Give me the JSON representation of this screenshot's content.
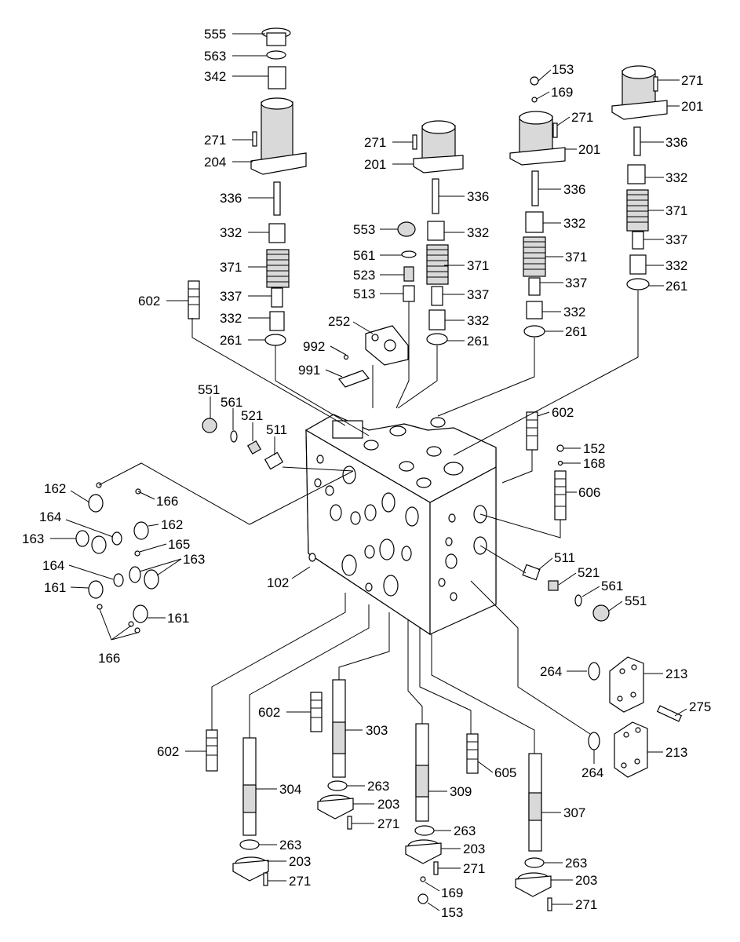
{
  "labels": {
    "p555": "555",
    "p563": "563",
    "p342": "342",
    "p271a": "271",
    "p204": "204",
    "p336a": "336",
    "p332a": "332",
    "p371a": "371",
    "p337a": "337",
    "p332b": "332",
    "p261a": "261",
    "p602a": "602",
    "p271b": "271",
    "p201a": "201",
    "p336b": "336",
    "p553": "553",
    "p332c": "332",
    "p561a": "561",
    "p371b": "371",
    "p523": "523",
    "p513": "513",
    "p337b": "337",
    "p252": "252",
    "p332d": "332",
    "p992": "992",
    "p261b": "261",
    "p991": "991",
    "p153a": "153",
    "p169a": "169",
    "p271c": "271",
    "p201b": "201",
    "p336c": "336",
    "p332e": "332",
    "p371c": "371",
    "p337c": "337",
    "p332f": "332",
    "p261c": "261",
    "p271d": "271",
    "p201c": "201",
    "p336d": "336",
    "p332g": "332",
    "p371d": "371",
    "p337d": "337",
    "p332h": "332",
    "p261d": "261",
    "p551a": "551",
    "p561b": "561",
    "p521a": "521",
    "p511a": "511",
    "p602b": "602",
    "p152": "152",
    "p168": "168",
    "p606": "606",
    "p162a": "162",
    "p166a": "166",
    "p164a": "164",
    "p162b": "162",
    "p163a": "163",
    "p165": "165",
    "p164b": "164",
    "p163b": "163",
    "p161a": "161",
    "p161b": "161",
    "p166b": "166",
    "p102": "102",
    "p511b": "511",
    "p521b": "521",
    "p561c": "561",
    "p551b": "551",
    "p264a": "264",
    "p213a": "213",
    "p275": "275",
    "p213b": "213",
    "p264b": "264",
    "p602c": "602",
    "p303": "303",
    "p602d": "602",
    "p263a": "263",
    "p203a": "203",
    "p304": "304",
    "p271e": "271",
    "p263b": "263",
    "p203b": "203",
    "p271f": "271",
    "p309": "309",
    "p605": "605",
    "p263c": "263",
    "p203c": "203",
    "p271g": "271",
    "p169b": "169",
    "p153b": "153",
    "p307": "307",
    "p263d": "263",
    "p203d": "203",
    "p271h": "271"
  }
}
